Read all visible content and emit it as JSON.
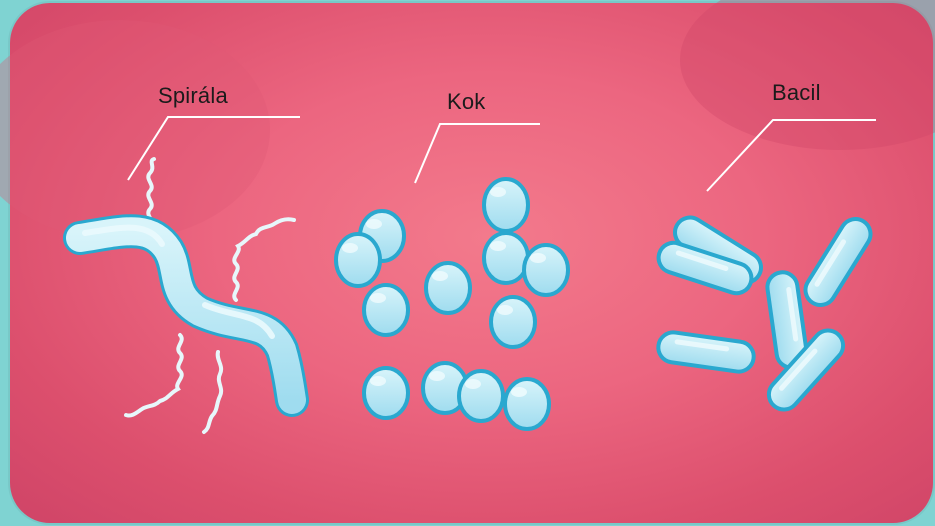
{
  "labels": {
    "spiral": "Spirála",
    "coccus": "Kok",
    "bacillus": "Bacil"
  },
  "colors": {
    "background_teal": "#7fd3d2",
    "panel_pink": "#ec6680",
    "cell_fill": "#b9e7f3",
    "cell_outline": "#3ab7d6",
    "highlight": "#eaf9fd",
    "line": "#ffffff"
  }
}
